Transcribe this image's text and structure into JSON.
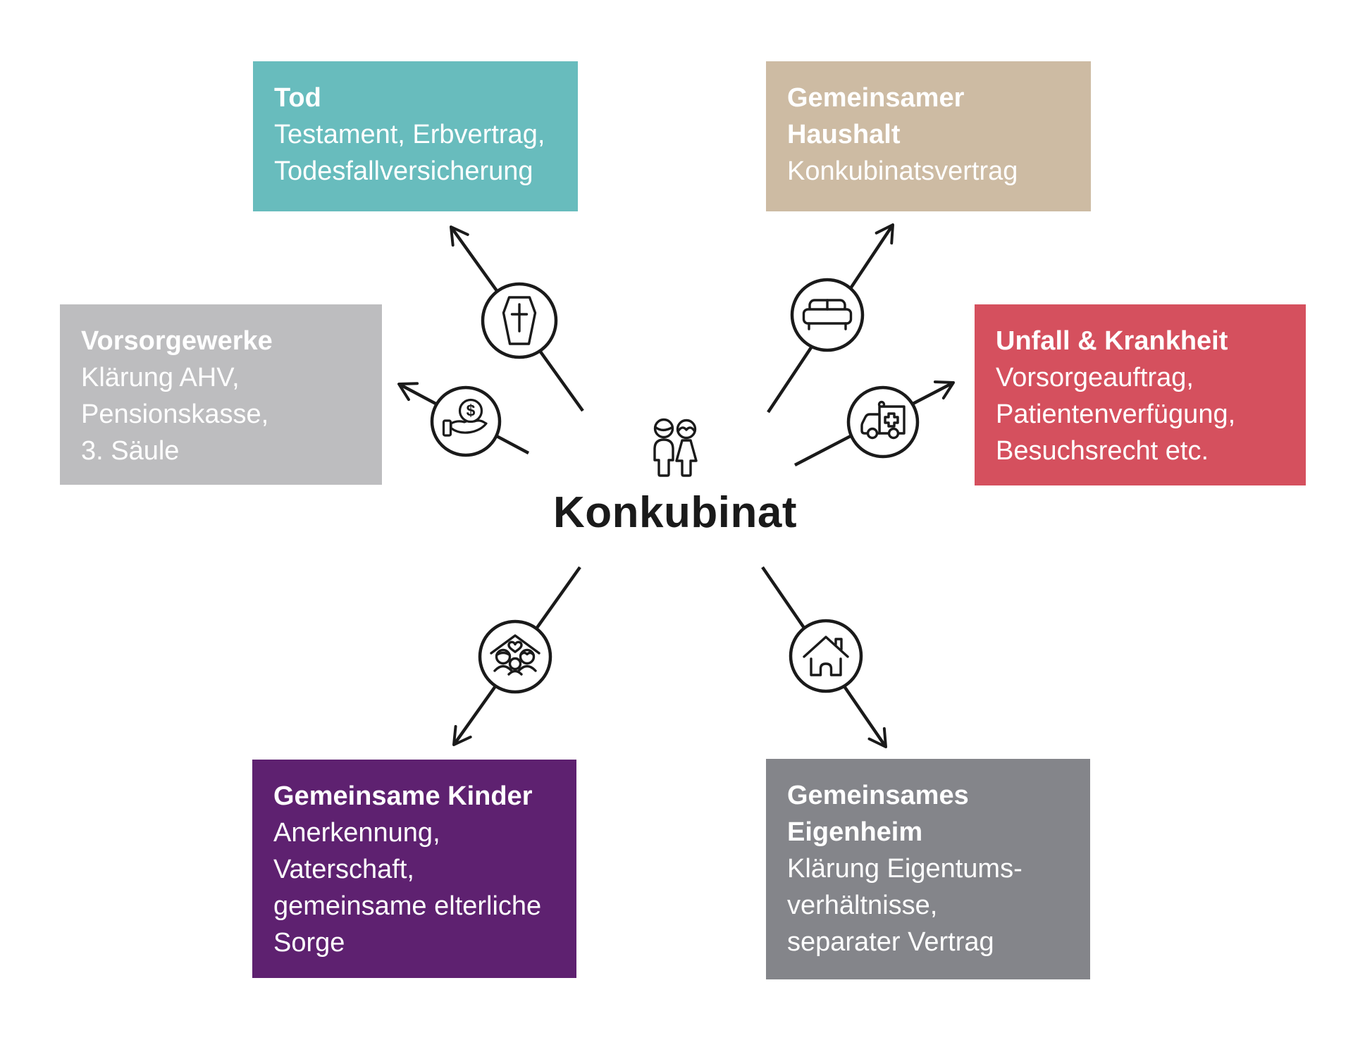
{
  "center": {
    "title": "Konkubinat",
    "icon": "couple-icon"
  },
  "colors": {
    "teal": "#68bcbd",
    "beige": "#cdbba3",
    "light_gray": "#bdbdbf",
    "red": "#d5505e",
    "purple": "#5e2170",
    "dark_gray": "#84858a",
    "stroke": "#1a1a1a",
    "box_text": "#ffffff"
  },
  "boxes": {
    "tod": {
      "title_lines": [
        "Tod"
      ],
      "lines": [
        "Testament, Erbvertrag,",
        "Todesfallversicherung"
      ],
      "color": "#68bcbd",
      "icon": "coffin-icon"
    },
    "haushalt": {
      "title_lines": [
        "Gemeinsamer",
        "Haushalt"
      ],
      "lines": [
        "Konkubinatsvertrag"
      ],
      "color": "#cdbba3",
      "icon": "sofa-icon"
    },
    "vorsorgewerke": {
      "title_lines": [
        "Vorsorgewerke"
      ],
      "lines": [
        "Klärung AHV,",
        "Pensionskasse,",
        "3. Säule"
      ],
      "color": "#bdbdbf",
      "icon": "money-hand-icon"
    },
    "unfall": {
      "title_lines": [
        "Unfall & Krankheit"
      ],
      "lines": [
        "Vorsorgeauftrag,",
        "Patientenverfügung,",
        "Besuchsrecht etc."
      ],
      "color": "#d5505e",
      "icon": "ambulance-icon"
    },
    "kinder": {
      "title_lines": [
        "Gemeinsame Kinder"
      ],
      "lines": [
        "Anerkennung,",
        "Vaterschaft,",
        "gemeinsame elterliche",
        "Sorge"
      ],
      "color": "#5e2170",
      "icon": "family-icon"
    },
    "eigenheim": {
      "title_lines": [
        "Gemeinsames",
        "Eigenheim"
      ],
      "lines": [
        "Klärung Eigentums-",
        "verhältnisse,",
        "separater Vertrag"
      ],
      "color": "#84858a",
      "icon": "house-icon"
    }
  }
}
